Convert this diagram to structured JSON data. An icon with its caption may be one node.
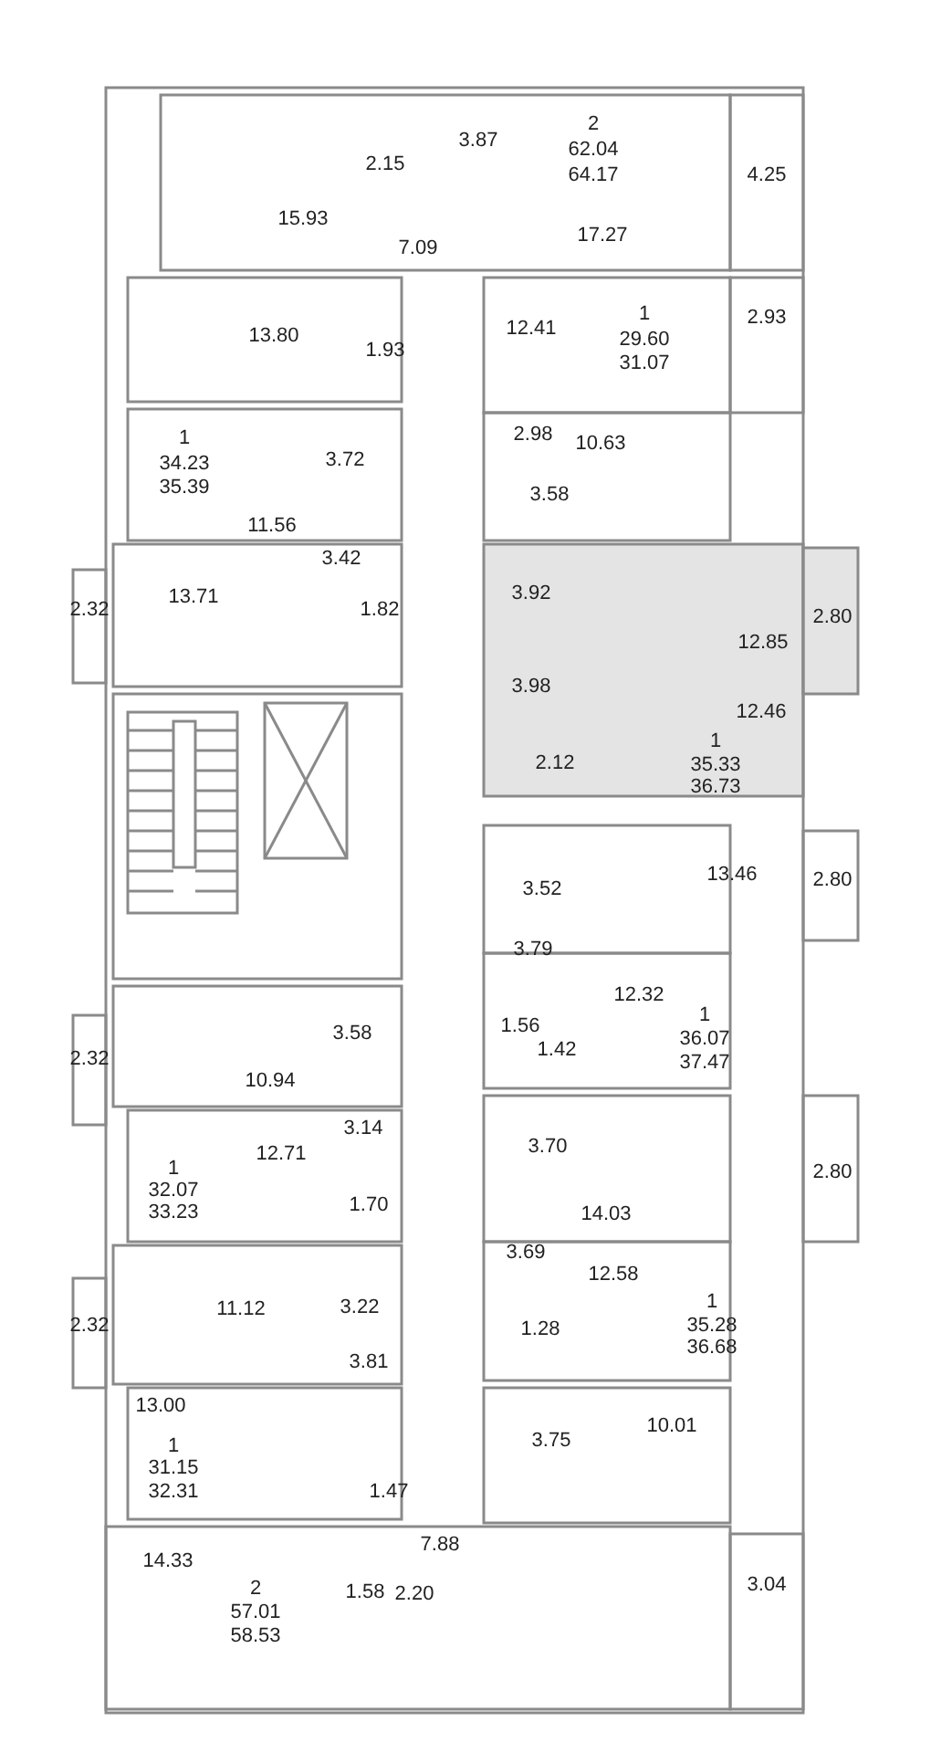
{
  "diagram": {
    "labels": [
      "2",
      "62.04",
      "64.17",
      "3.87",
      "2.15",
      "4.25",
      "15.93",
      "7.09",
      "17.27",
      "13.80",
      "12.41",
      "1",
      "29.60",
      "31.07",
      "2.93",
      "1.93",
      "1",
      "34.23",
      "35.39",
      "2.98",
      "10.63",
      "3.72",
      "3.58",
      "11.56",
      "3.42",
      "3.92",
      "2.80",
      "2.32",
      "13.71",
      "1.82",
      "12.85",
      "3.98",
      "12.46",
      "1",
      "35.33",
      "36.73",
      "2.12",
      "3.52",
      "13.46",
      "2.80",
      "3.79",
      "12.32",
      "1.56",
      "1.42",
      "1",
      "36.07",
      "37.47",
      "2.32",
      "3.58",
      "10.94",
      "3.14",
      "3.70",
      "2.80",
      "12.71",
      "1",
      "32.07",
      "33.23",
      "1.70",
      "14.03",
      "3.69",
      "12.58",
      "2.32",
      "11.12",
      "3.22",
      "1",
      "35.28",
      "36.68",
      "1.28",
      "3.81",
      "13.00",
      "10.01",
      "3.75",
      "1",
      "31.15",
      "32.31",
      "1.47",
      "7.88",
      "14.33",
      "2",
      "57.01",
      "58.53",
      "1.58",
      "2.20",
      "3.04"
    ]
  }
}
